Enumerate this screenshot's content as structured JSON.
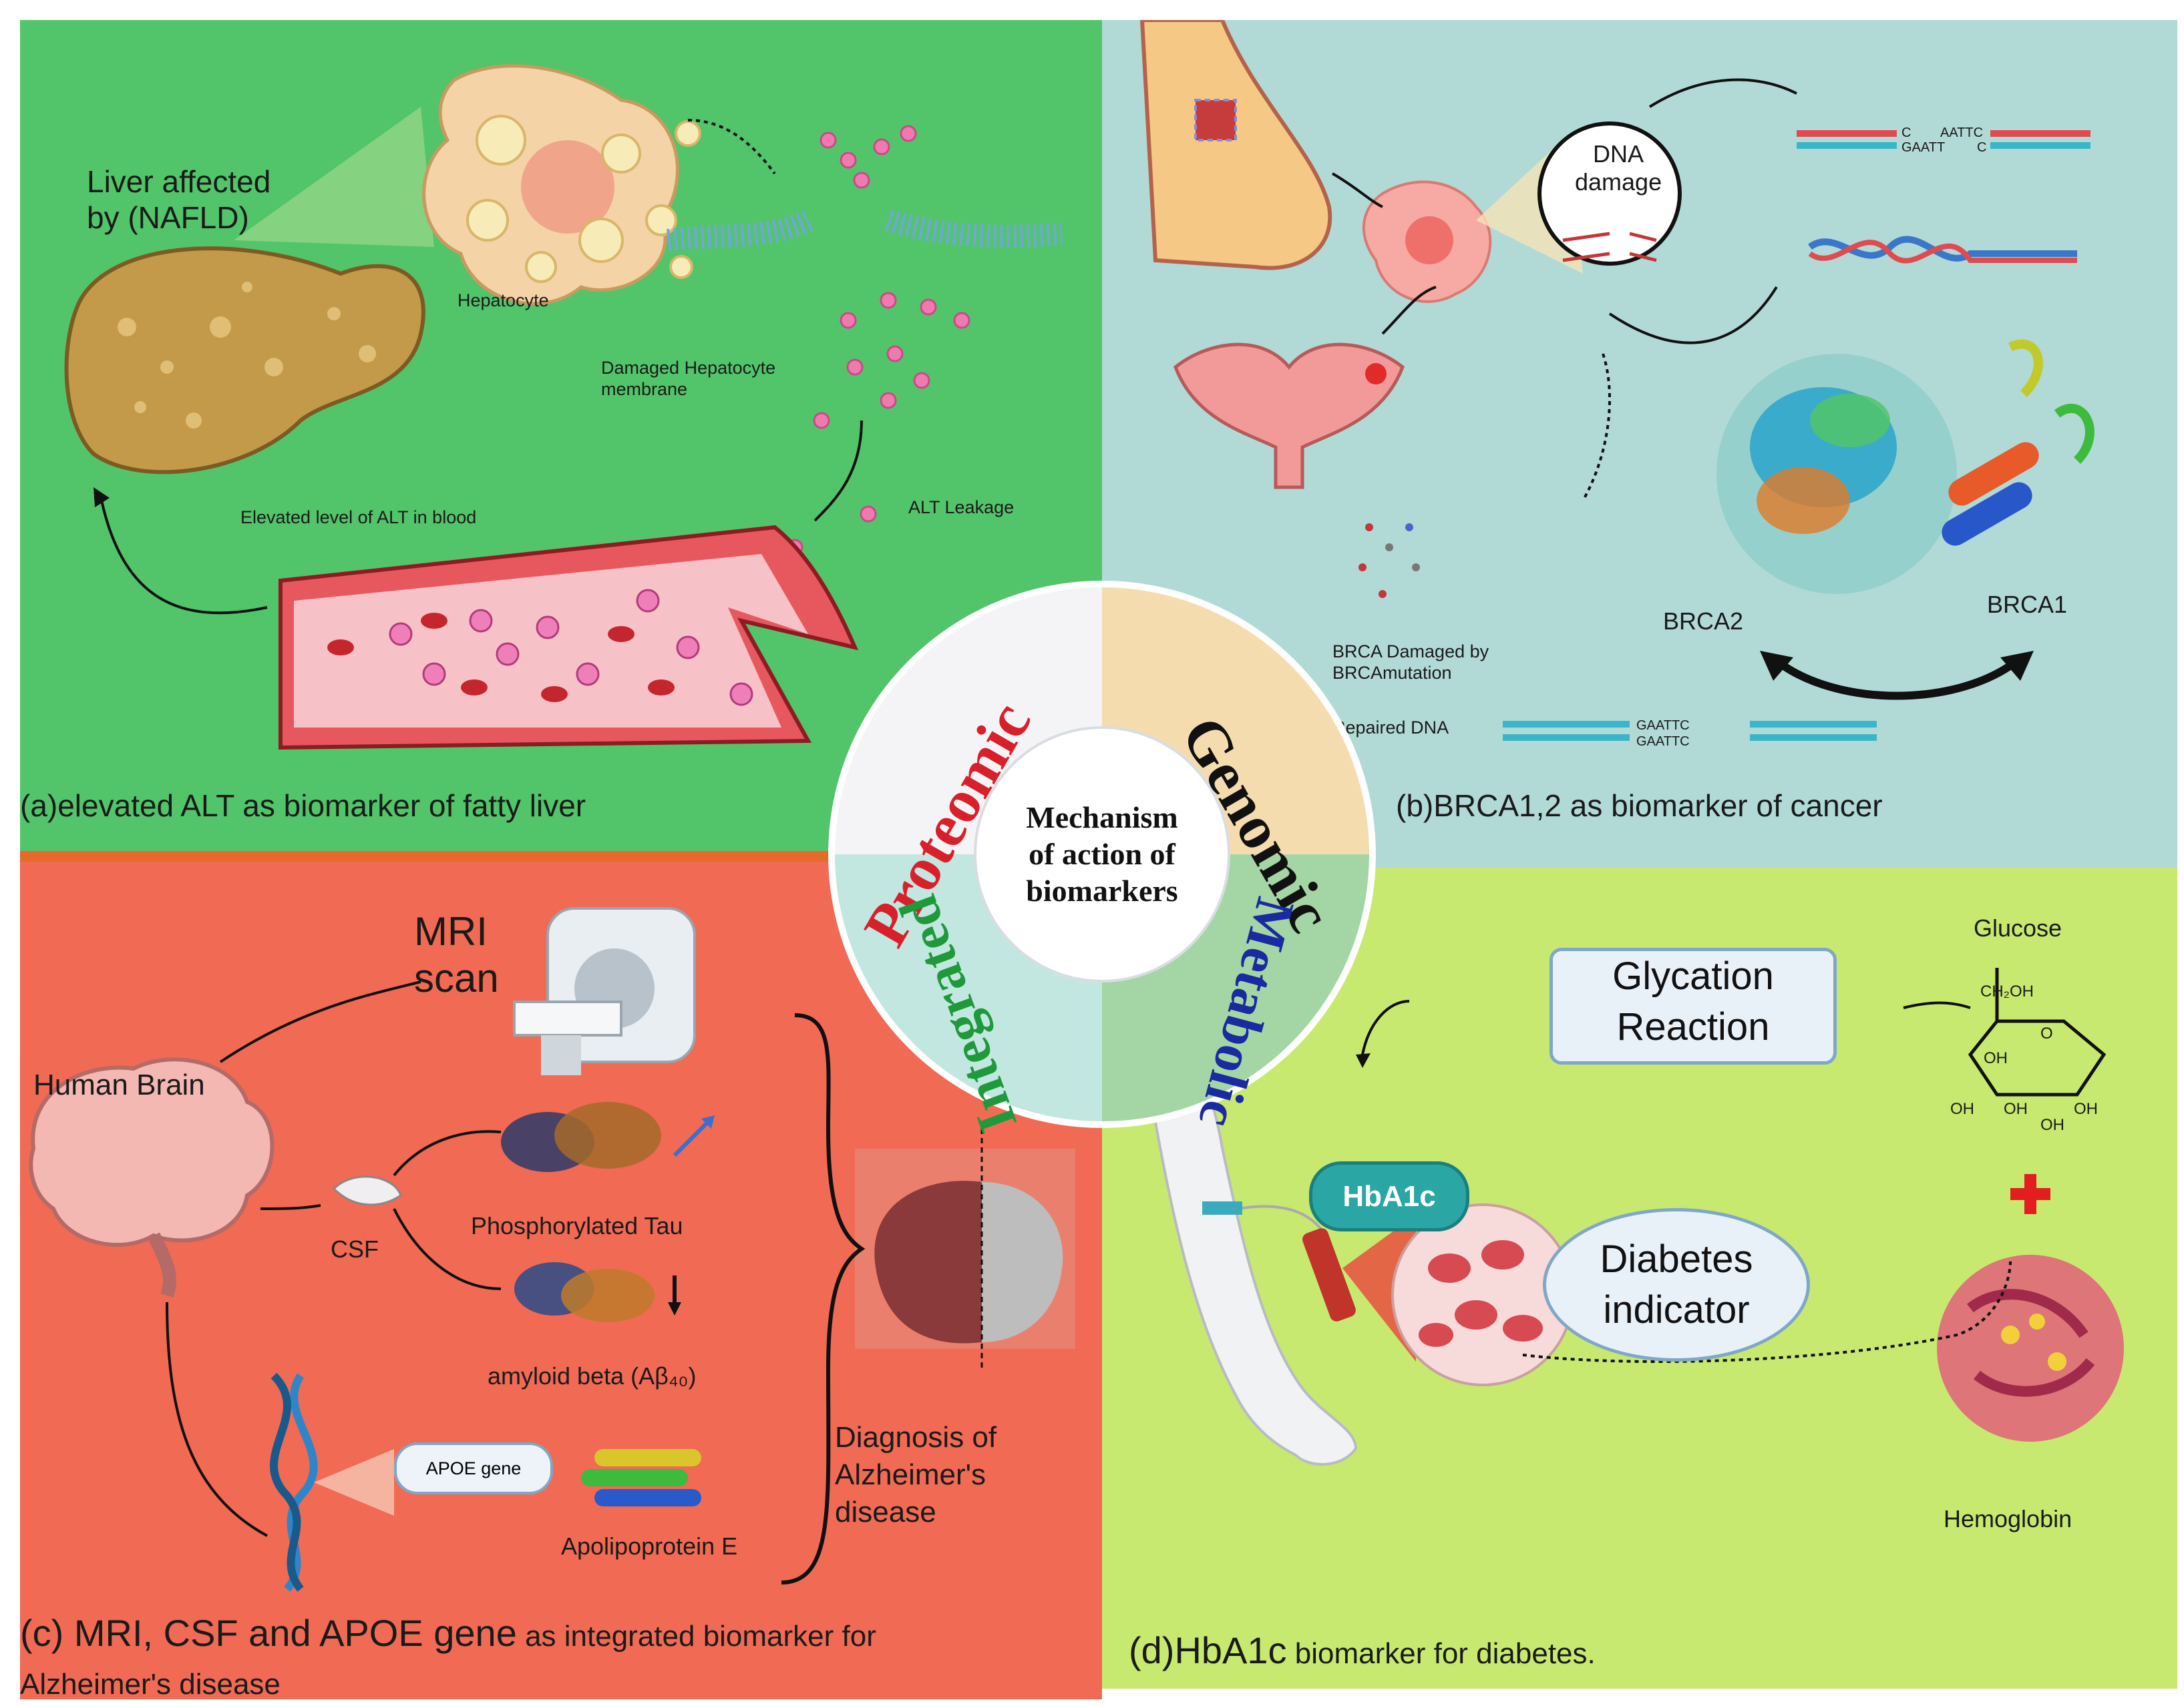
{
  "center": {
    "title_line1": "Mechanism",
    "title_line2": "of action of",
    "title_line3": "biomarkers",
    "proteomic": "Proteomic",
    "genomic": "Genomic",
    "metabolic": "Metabolic",
    "integrated": "Integrated"
  },
  "panel_a": {
    "liver_label_line1": "Liver affected",
    "liver_label_line2": "by (NAFLD)",
    "hepatocyte": "Hepatocyte",
    "damaged_membrane_line1": "Damaged Hepatocyte",
    "damaged_membrane_line2": "membrane",
    "alt_leakage": "ALT Leakage",
    "elevated_alt": "Elevated level of ALT in blood",
    "caption": "(a)elevated ALT as biomarker of fatty liver"
  },
  "panel_b": {
    "dna_damage_line1": "DNA",
    "dna_damage_line2": "damage",
    "brca2": "BRCA2",
    "brca1": "BRCA1",
    "brca_damaged_line1": "BRCA Damaged by",
    "brca_damaged_line2": "BRCAmutation",
    "repaired_dna": "Repaired DNA",
    "seq_top_left": "C",
    "seq_bottom_left": "GAATT",
    "seq_top_right": "AATTC",
    "seq_bottom_right": "C",
    "seq_repaired_top": "GAATTC",
    "seq_repaired_bottom": "GAATTC",
    "caption": "(b)BRCA1,2 as biomarker of cancer"
  },
  "panel_c": {
    "mri_line1": "MRI",
    "mri_line2": "scan",
    "human_brain": "Human Brain",
    "csf": "CSF",
    "phosphorylated_tau": "Phosphorylated Tau",
    "amyloid_beta": "amyloid beta (Aβ₄₀)",
    "apoe_gene": "APOE gene",
    "apolipoprotein": "Apolipoprotein E",
    "diagnosis_line1": "Diagnosis of",
    "diagnosis_line2": "Alzheimer's",
    "diagnosis_line3": "disease",
    "caption_big": "(c) MRI, CSF and APOE gene",
    "caption_small": " as integrated biomarker for",
    "caption_line2": "Alzheimer's disease"
  },
  "panel_d": {
    "glucose": "Glucose",
    "glycation_line1": "Glycation",
    "glycation_line2": "Reaction",
    "hba1c": "HbA1c",
    "diabetes_line1": "Diabetes",
    "diabetes_line2": "indicator",
    "hemoglobin": "Hemoglobin",
    "ch2oh": "CH₂OH",
    "ring_o": "O",
    "oh1": "OH",
    "oh2": "OH",
    "oh3": "OH",
    "oh4": "OH",
    "oh5": "OH",
    "caption_big": "(d)HbA1c",
    "caption_small": " biomarker for diabetes."
  }
}
